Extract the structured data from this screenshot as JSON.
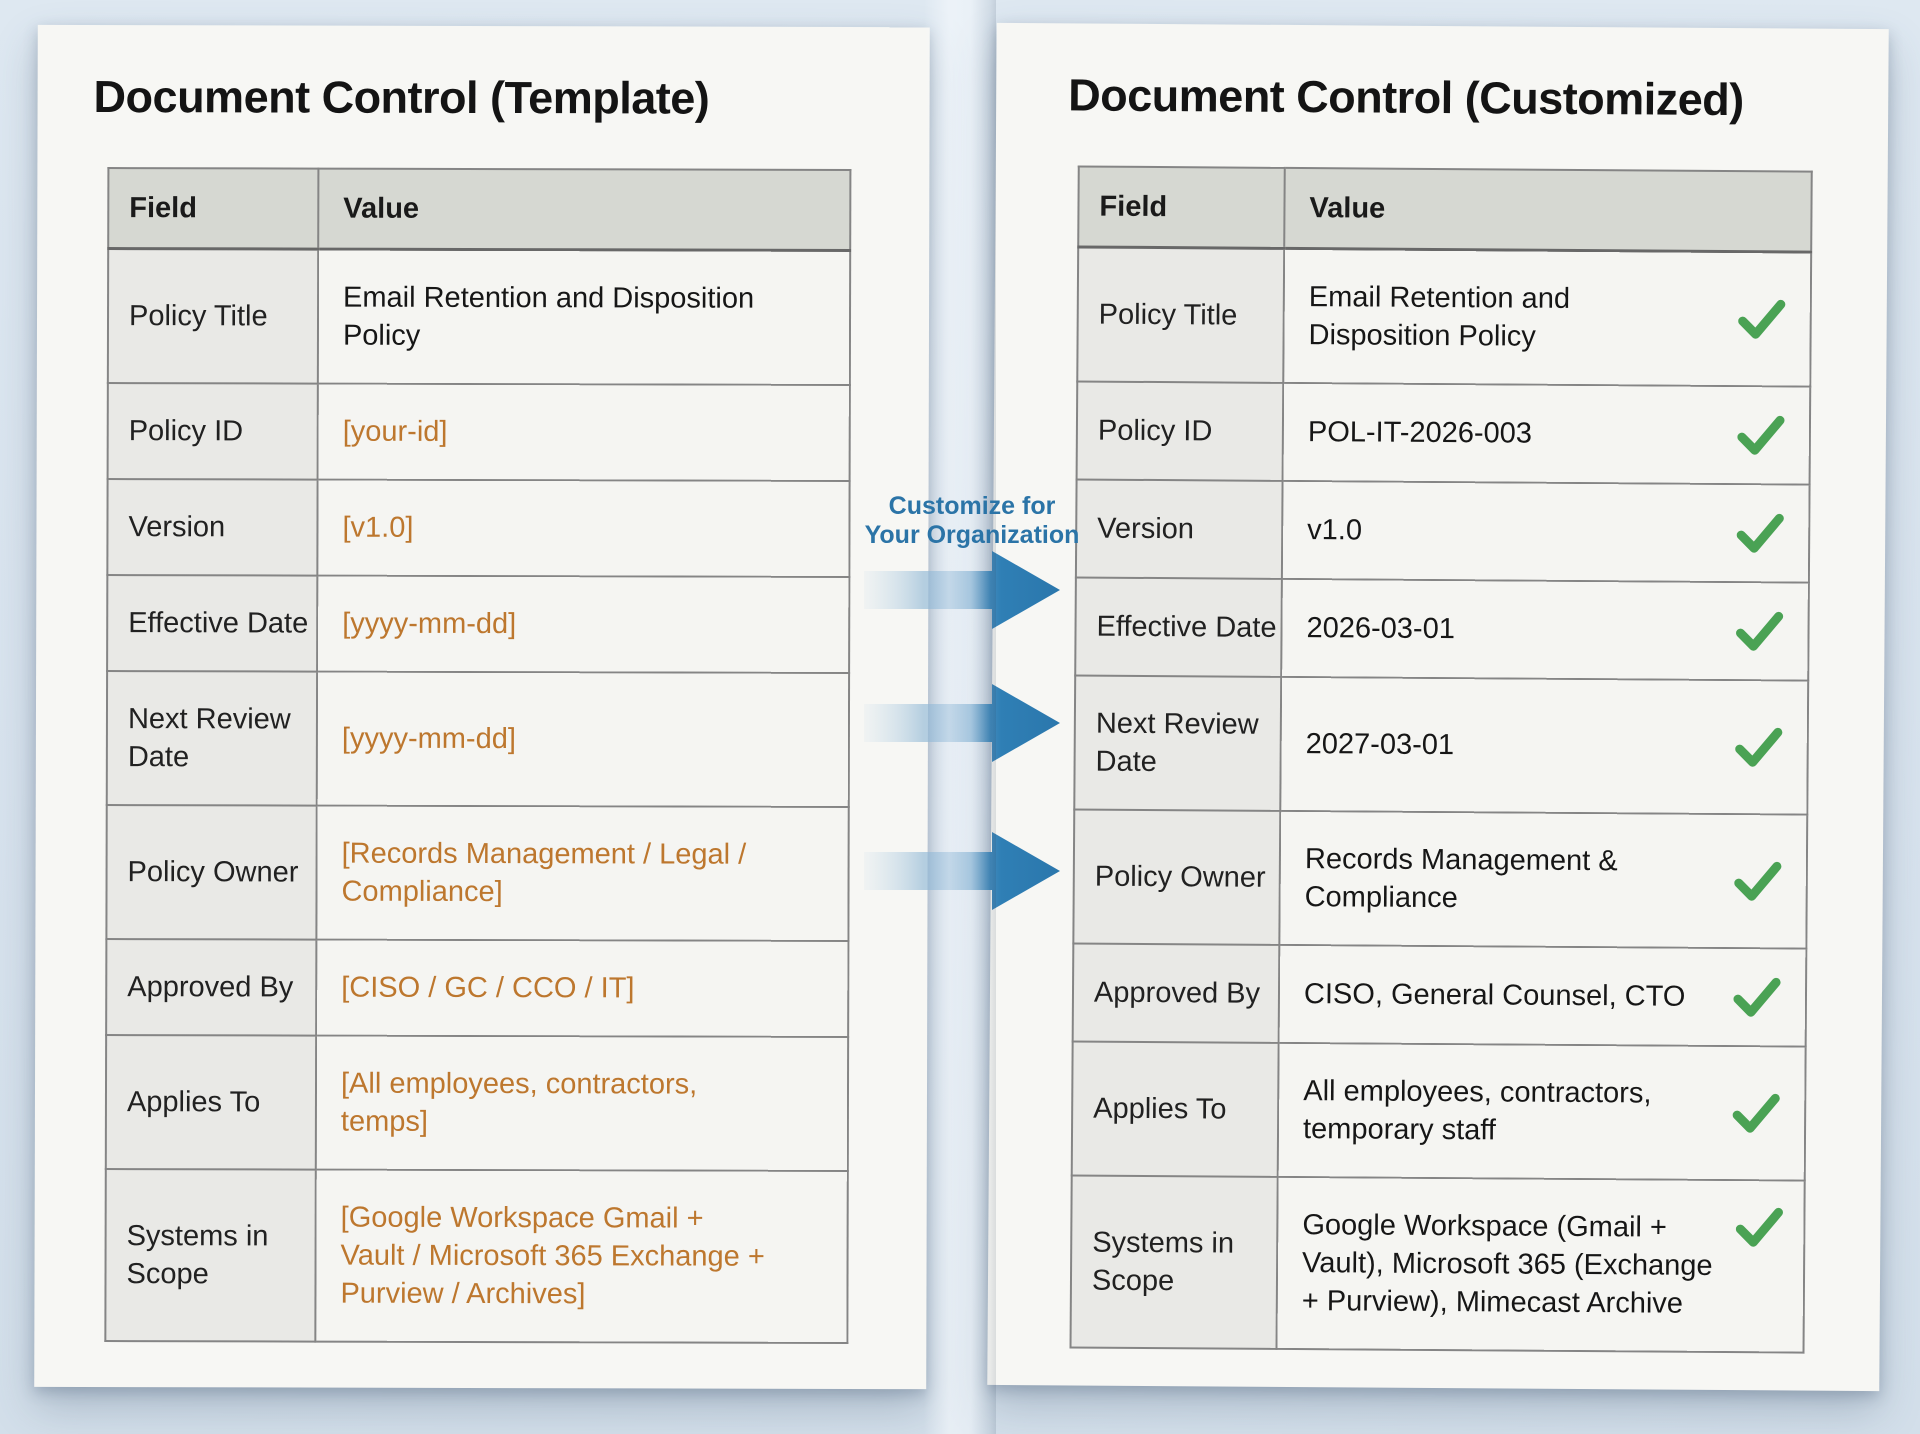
{
  "left_panel": {
    "title": "Document Control (Template)",
    "headers": [
      "Field",
      "Value"
    ],
    "rows": [
      {
        "field": "Policy Title",
        "value": "Email Retention and Disposition Policy",
        "placeholder": false
      },
      {
        "field": "Policy ID",
        "value": "[your-id]",
        "placeholder": true
      },
      {
        "field": "Version",
        "value": "[v1.0]",
        "placeholder": true
      },
      {
        "field": "Effective Date",
        "value": "[yyyy-mm-dd]",
        "placeholder": true
      },
      {
        "field": "Next Review Date",
        "value": "[yyyy-mm-dd]",
        "placeholder": true
      },
      {
        "field": "Policy Owner",
        "value": "[Records Management / Legal / Compliance]",
        "placeholder": true
      },
      {
        "field": "Approved By",
        "value": "[CISO / GC / CCO / IT]",
        "placeholder": true
      },
      {
        "field": "Applies To",
        "value": "[All employees, contractors, temps]",
        "placeholder": true
      },
      {
        "field": "Systems in Scope",
        "value": "[Google Workspace Gmail + Vault / Microsoft 365 Exchange + Purview / Archives]",
        "placeholder": true
      }
    ]
  },
  "arrow_label": {
    "line1": "Customize for",
    "line2": "Your Organization"
  },
  "right_panel": {
    "title": "Document Control (Customized)",
    "headers": [
      "Field",
      "Value"
    ],
    "rows": [
      {
        "field": "Policy Title",
        "value": "Email Retention and Disposition Policy",
        "checked": true
      },
      {
        "field": "Policy ID",
        "value": "POL-IT-2026-003",
        "checked": true
      },
      {
        "field": "Version",
        "value": "v1.0",
        "checked": true
      },
      {
        "field": "Effective Date",
        "value": "2026-03-01",
        "checked": true
      },
      {
        "field": "Next Review Date",
        "value": "2027-03-01",
        "checked": true
      },
      {
        "field": "Policy Owner",
        "value": "Records Management & Compliance",
        "checked": true
      },
      {
        "field": "Approved By",
        "value": "CISO, General Counsel, CTO",
        "checked": true
      },
      {
        "field": "Applies To",
        "value": "All employees, contractors, temporary staff",
        "checked": true
      },
      {
        "field": "Systems in Scope",
        "value": "Google Workspace (Gmail + Vault), Microsoft 365 (Exchange + Purview), Mimecast Archive",
        "checked": true
      }
    ]
  },
  "icons": {
    "check": "check-icon",
    "arrow": "customize-arrow-icon"
  },
  "colors": {
    "canvas_background": "#d8e3ee",
    "page_background": "#f7f7f4",
    "table_header_background": "#d6d8d2",
    "field_column_background": "#e9e9e6",
    "value_column_background": "#f5f5f2",
    "border_gray": "#858585",
    "placeholder_orange": "#bd772e",
    "filled_text": "#161616",
    "arrow_blue": "#2f7fb5",
    "label_blue": "#2b74a7",
    "check_green": "#4aa254"
  }
}
